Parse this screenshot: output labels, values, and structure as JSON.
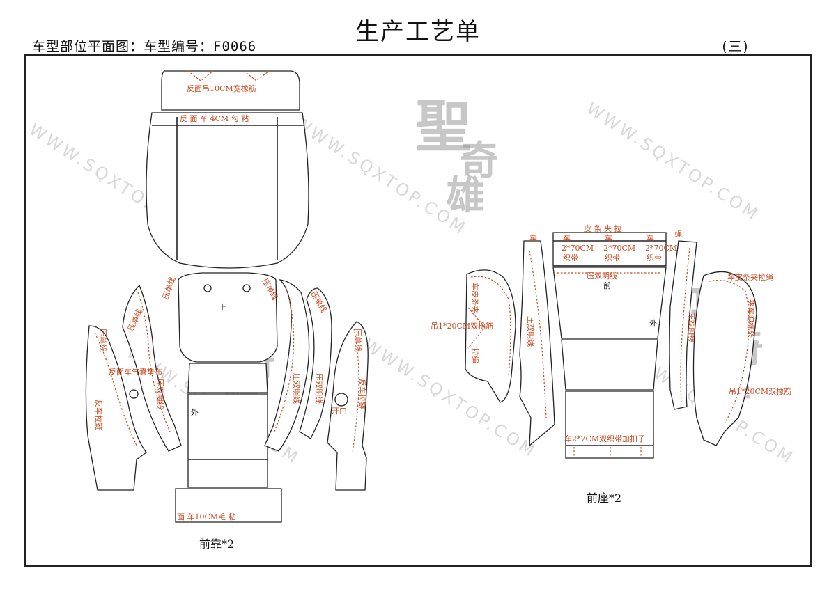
{
  "header": {
    "title": "生产工艺单",
    "subtitle": "车型部位平面图：车型编号：F0066",
    "page_no": "(三)"
  },
  "watermark": {
    "url": "WWW.SQXTOP.COM",
    "logo": "聖奇雄"
  },
  "colors": {
    "annotation": "#c84a1f",
    "outline": "#222222",
    "watermark": "#b9b9b9"
  },
  "backrest": {
    "caption": "前靠*2",
    "top_label": "反面吊10CM宽橡筋",
    "band_label": "反 面 车 4CM  勾  粘",
    "bottom_label": "面    车10CM毛     粘",
    "mark_up": "上",
    "mark_out": "外",
    "left_piece_1": "压单线",
    "left_piece_2": "压单线",
    "left_piece_3": "反面车气囊垫布",
    "left_piece_4": "反车拉链",
    "left_piece_5": "压双明线",
    "center_top_left": "压单线",
    "right_piece_1": "压单线",
    "right_piece_2": "压单线",
    "right_piece_3": "压单线",
    "right_piece_4": "压双明线",
    "right_piece_5": "压双明线",
    "right_piece_6": "反车拉链",
    "right_piece_7": "开口"
  },
  "seat": {
    "caption": "前座*2",
    "top_band": "皮 条 夹 拉",
    "rope": "绳",
    "car": "车",
    "strap_1": "2*70CM",
    "strap_2": "2*70CM",
    "strap_3": "2*70CM",
    "strap_label": "织带",
    "front_line": "压双明线",
    "front_mark": "前",
    "outer_mark": "外",
    "left_a": "车皮条夹",
    "left_b": "吊1*20CM双橡筋",
    "left_c": "拉绳",
    "left_d": "压双明线",
    "right_a": "车皮条夹拉绳",
    "right_b": "夹车泡棉条",
    "right_c": "压双明线",
    "right_d": "吊1*20CM双橡筋",
    "bottom_label": "车2*7CM双织带加扣子"
  }
}
